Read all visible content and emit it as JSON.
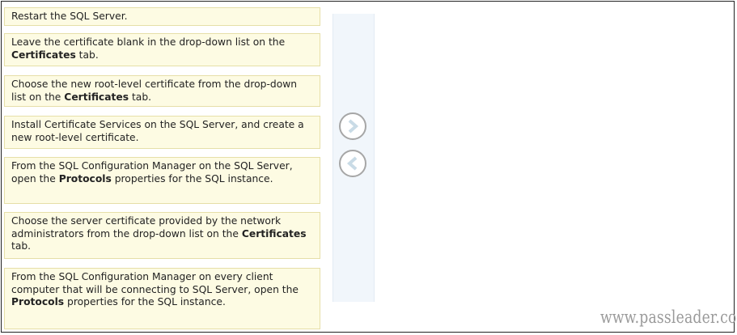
{
  "items": [
    {
      "segments": [
        {
          "text": "Restart the SQL Server."
        }
      ]
    },
    {
      "segments": [
        {
          "text": "Leave the certificate blank in the drop-down list on the "
        },
        {
          "text": "Certificates",
          "bold": true
        },
        {
          "text": " tab."
        }
      ]
    },
    {
      "segments": [
        {
          "text": "Choose the new root-level certificate from the drop-down list on the "
        },
        {
          "text": "Certificates",
          "bold": true
        },
        {
          "text": " tab."
        }
      ]
    },
    {
      "segments": [
        {
          "text": "Install Certificate Services on the SQL Server, and create a new root-level certificate."
        }
      ]
    },
    {
      "segments": [
        {
          "text": "From the SQL Configuration Manager on the SQL Server, open the "
        },
        {
          "text": "Protocols",
          "bold": true
        },
        {
          "text": " properties for the SQL instance."
        }
      ]
    },
    {
      "segments": [
        {
          "text": "Choose the server certificate provided by the network administrators from the drop-down list on the "
        },
        {
          "text": "Certificates",
          "bold": true
        },
        {
          "text": " tab."
        }
      ]
    },
    {
      "segments": [
        {
          "text": "From the SQL Configuration Manager on every client computer that will be connecting to SQL Server, open the "
        },
        {
          "text": "Protocols",
          "bold": true
        },
        {
          "text": " properties for the SQL instance."
        }
      ]
    }
  ],
  "controls": {
    "move_right_icon": "chevron-right-icon",
    "move_left_icon": "chevron-left-icon",
    "arrow_color": "#c9dbe6"
  },
  "watermark": "www.passleader.com"
}
